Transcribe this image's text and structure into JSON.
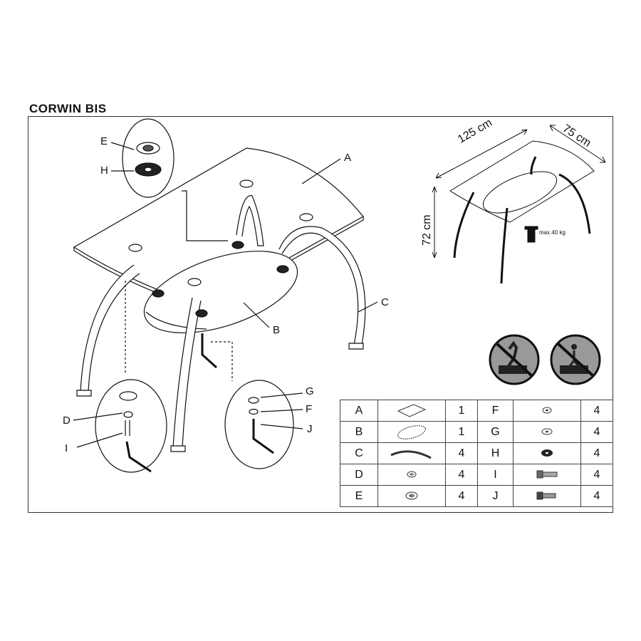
{
  "title": "CORWIN BIS",
  "labels": {
    "A": "A",
    "B": "B",
    "C": "C",
    "D": "D",
    "E": "E",
    "F": "F",
    "G": "G",
    "H": "H",
    "I": "I",
    "J": "J"
  },
  "dimensions": {
    "length": "125 cm",
    "width": "75 cm",
    "height": "72 cm",
    "max_load": "max.40 kg"
  },
  "parts": [
    {
      "id": "A",
      "icon": "glass-top-icon",
      "qty": "1"
    },
    {
      "id": "B",
      "icon": "oval-shelf-icon",
      "qty": "1"
    },
    {
      "id": "C",
      "icon": "curved-leg-icon",
      "qty": "4"
    },
    {
      "id": "D",
      "icon": "washer-icon",
      "qty": "4"
    },
    {
      "id": "E",
      "icon": "suction-pad-icon",
      "qty": "4"
    },
    {
      "id": "F",
      "icon": "small-washer-icon",
      "qty": "4"
    },
    {
      "id": "G",
      "icon": "washer-icon",
      "qty": "4"
    },
    {
      "id": "H",
      "icon": "rubber-pad-icon",
      "qty": "4"
    },
    {
      "id": "I",
      "icon": "bolt-icon",
      "qty": "4"
    },
    {
      "id": "J",
      "icon": "screw-icon",
      "qty": "4"
    }
  ],
  "warnings": [
    "no-standing-on-table-icon",
    "no-climbing-on-table-icon"
  ]
}
